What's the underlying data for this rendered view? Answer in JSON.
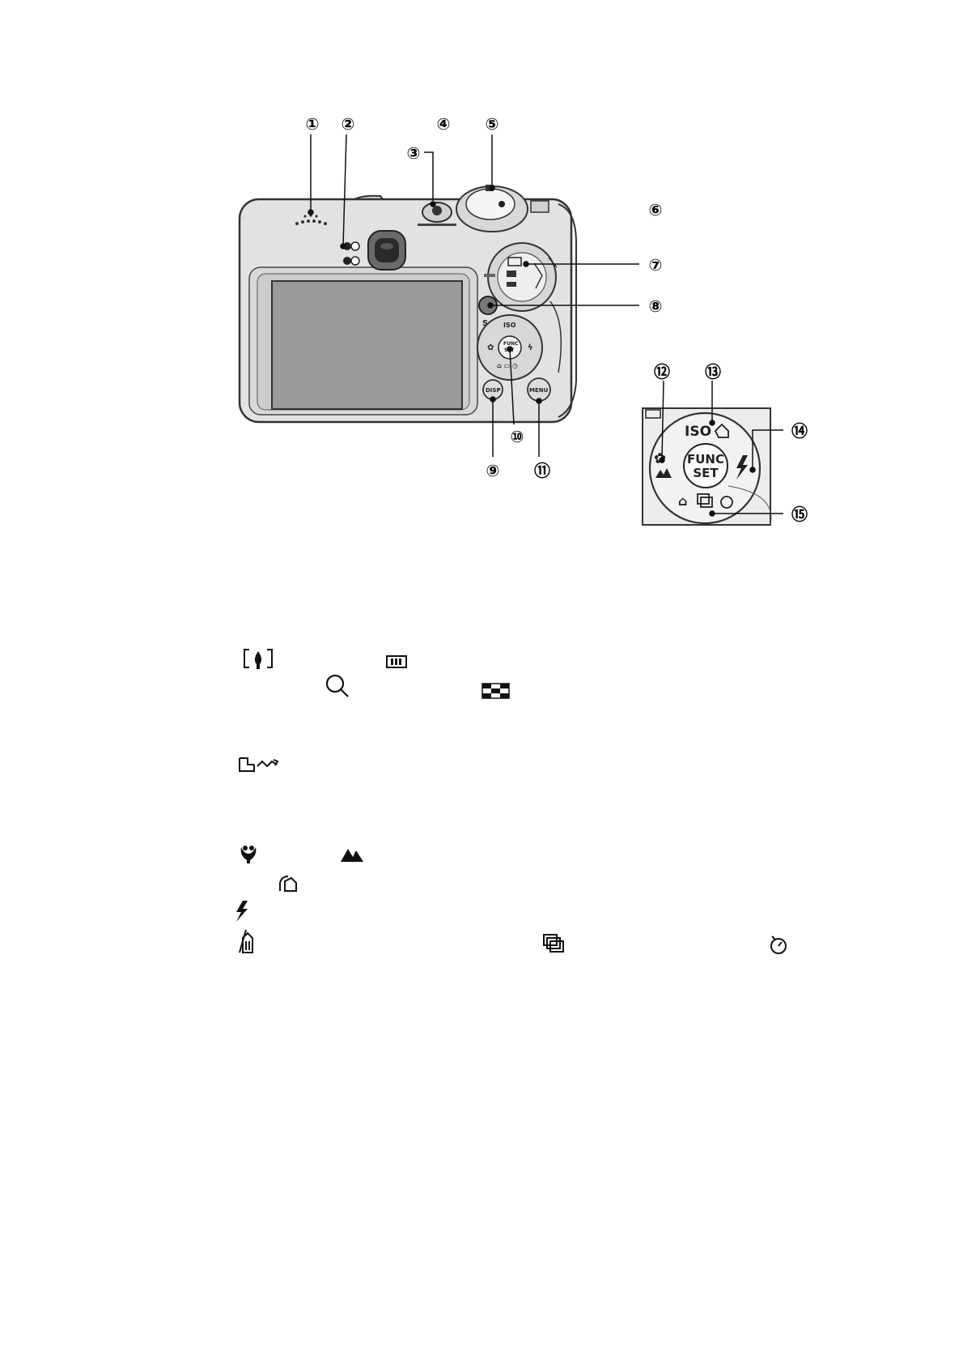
{
  "callouts": [
    "1",
    "2",
    "3",
    "4",
    "5",
    "6",
    "7",
    "8",
    "9",
    "10",
    "11",
    "12",
    "13",
    "14",
    "15"
  ],
  "circled": [
    "①",
    "②",
    "③",
    "④",
    "⑤",
    "⑥",
    "⑦",
    "⑧",
    "⑨",
    "⑩",
    "⑪",
    "⑫",
    "⑬",
    "⑭",
    "⑮"
  ],
  "controller": {
    "center_line1": "FUNC",
    "center_line2": "SET",
    "iso_label": "ISO"
  },
  "icons": {
    "af_frame": "af-frame-icon",
    "battery": "battery-icon",
    "magnify": "magnify-icon",
    "index": "index-icon",
    "print_share": "print-share-icon",
    "macro": "macro-icon",
    "infinity": "infinity-icon",
    "iso_tilt": "iso-tilt-icon",
    "flash": "flash-icon",
    "erase": "erase-icon",
    "continuous": "continuous-icon",
    "self_timer": "self-timer-icon"
  },
  "colors": {
    "camera_body": "#e2e2e2",
    "camera_outline": "#333333",
    "lcd_screen": "#9a9a9a",
    "inset_bg": "#ececec"
  }
}
